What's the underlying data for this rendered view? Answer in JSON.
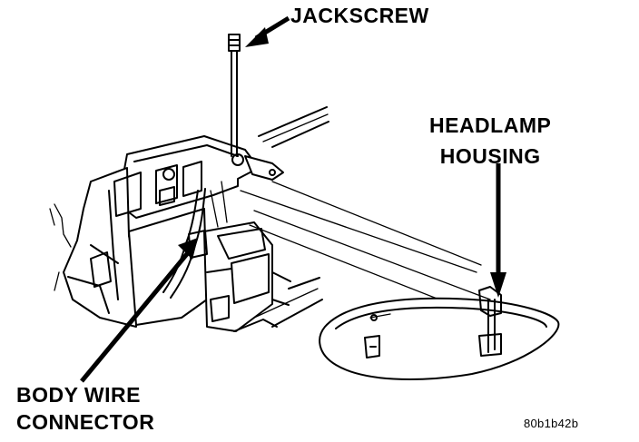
{
  "labels": {
    "jackscrew": "JACKSCREW",
    "headlamp_line1": "HEADLAMP",
    "headlamp_line2": "HOUSING",
    "body_line1": "BODY WIRE",
    "body_line2": "CONNECTOR",
    "figure_code": "80b1b42b"
  }
}
